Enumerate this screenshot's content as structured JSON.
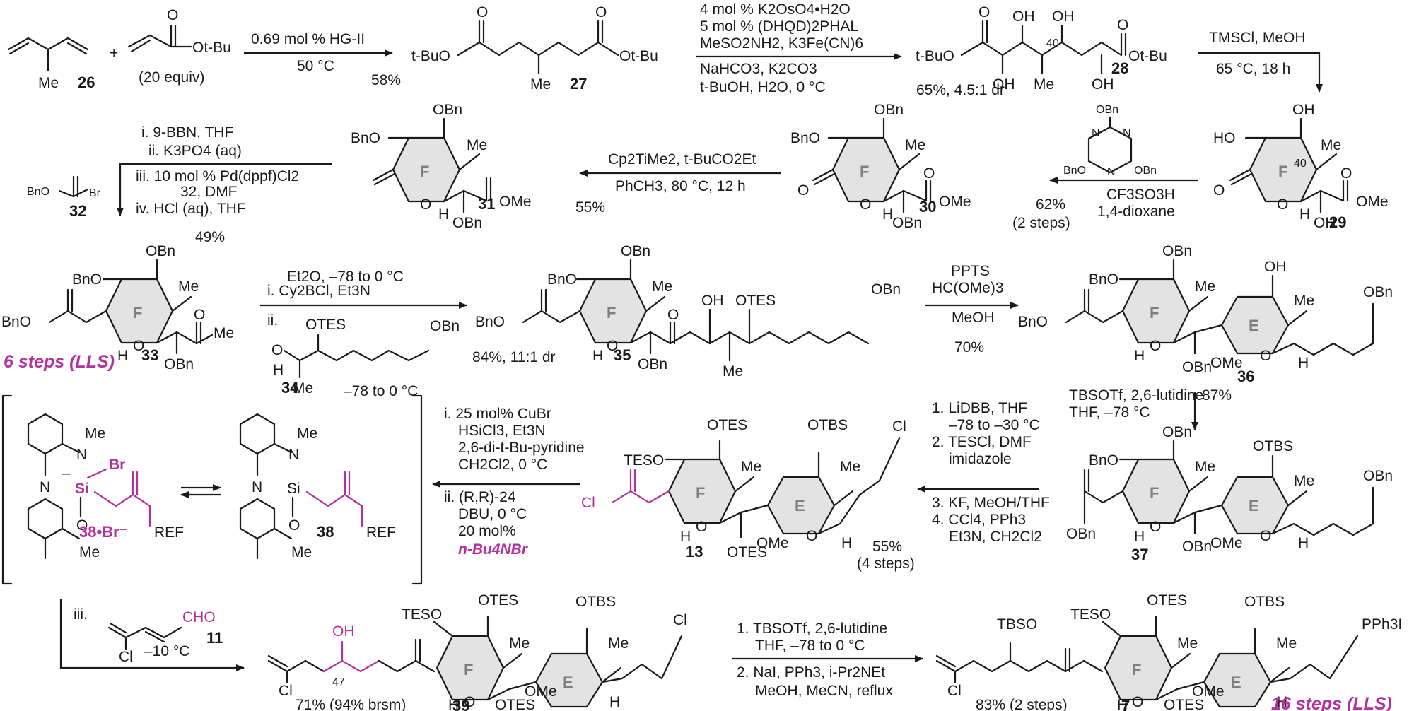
{
  "compounds": {
    "c26": {
      "number": "26",
      "label_me": "Me"
    },
    "acrylate": {
      "ester": "Ot-Bu",
      "equiv": "(20 equiv)",
      "carbonyl": "O"
    },
    "c27": {
      "number": "27",
      "left_ester": "t-BuO",
      "right_ester": "Ot-Bu",
      "label_me": "Me"
    },
    "c28": {
      "number": "28",
      "left_ester": "t-BuO",
      "right_ester": "Ot-Bu",
      "label_me": "Me",
      "oh": "OH",
      "c40": "40"
    },
    "c29": {
      "number": "29",
      "oh": "OH",
      "ho": "HO",
      "me": "Me",
      "ome": "OMe",
      "c40": "40",
      "ring": "F",
      "h": "H"
    },
    "triazine": {
      "obn": "OBn",
      "bno": "BnO",
      "n": "N"
    },
    "c30": {
      "number": "30",
      "obn": "OBn",
      "bno": "BnO",
      "me": "Me",
      "ome": "OMe",
      "ring": "F",
      "h": "H",
      "o": "O"
    },
    "c31": {
      "number": "31",
      "obn": "OBn",
      "bno": "BnO",
      "me": "Me",
      "ome": "OMe",
      "ring": "F",
      "h": "H",
      "o": "O"
    },
    "c32": {
      "number": "32",
      "bno": "BnO",
      "br": "Br"
    },
    "c33": {
      "number": "33",
      "obn": "OBn",
      "bno": "BnO",
      "me": "Me",
      "ring": "F",
      "h": "H",
      "o": "O"
    },
    "c34": {
      "number": "34",
      "otes": "OTES",
      "obn": "OBn",
      "me": "Me",
      "h": "H",
      "o": "O"
    },
    "c35": {
      "number": "35",
      "obn": "OBn",
      "bno": "BnO",
      "me": "Me",
      "oh": "OH",
      "otes": "OTES",
      "ring": "F",
      "h": "H",
      "o": "O"
    },
    "c36": {
      "number": "36",
      "obn": "OBn",
      "bno": "BnO",
      "me": "Me",
      "oh": "OH",
      "ome": "OMe",
      "ring_f": "F",
      "ring_e": "E",
      "h": "H",
      "o": "O"
    },
    "c37": {
      "number": "37",
      "obn": "OBn",
      "bno": "BnO",
      "me": "Me",
      "otbs": "OTBS",
      "ome": "OMe",
      "ring_f": "F",
      "ring_e": "E",
      "h": "H",
      "o": "O"
    },
    "c13": {
      "number": "13",
      "tesO": "TESO",
      "otes": "OTES",
      "otbs": "OTBS",
      "me": "Me",
      "cl": "Cl",
      "ome": "OMe",
      "ring_f": "F",
      "ring_e": "E",
      "h": "H",
      "o": "O"
    },
    "c38br": {
      "number": "38•Br⁻",
      "me": "Me",
      "n": "N",
      "si": "Si",
      "br": "Br",
      "o": "O",
      "ref": "REF",
      "minus": "–"
    },
    "c38": {
      "number": "38",
      "me": "Me",
      "n": "N",
      "si": "Si",
      "o": "O",
      "ref": "REF"
    },
    "c11": {
      "number": "11",
      "cl": "Cl",
      "cho": "CHO"
    },
    "c39": {
      "number": "39",
      "oh": "OH",
      "c47": "47",
      "tesO": "TESO",
      "otes": "OTES",
      "otbs": "OTBS",
      "me": "Me",
      "cl": "Cl",
      "ome": "OMe",
      "ring_f": "F",
      "ring_e": "E",
      "h": "H",
      "o": "O"
    },
    "c7": {
      "number": "7",
      "tbso": "TBSO",
      "tesO": "TESO",
      "otes": "OTES",
      "otbs": "OTBS",
      "me": "Me",
      "cl": "Cl",
      "pph3i": "PPh3I",
      "ome": "OMe",
      "ring_f": "F",
      "ring_e": "E",
      "h": "H",
      "o": "O"
    }
  },
  "steps": {
    "s1": {
      "above": "0.69 mol % HG-II",
      "below": "50 °C",
      "yield": "58%"
    },
    "s2": {
      "lines": [
        "4 mol % K2OsO4•H2O",
        "5 mol % (DHQD)2PHAL",
        "MeSO2NH2, K3Fe(CN)6",
        "NaHCO3, K2CO3",
        "t-BuOH, H2O, 0 °C"
      ],
      "yield": "65%, 4.5:1 dr"
    },
    "s3": {
      "above": "TMSCl, MeOH",
      "below": "65 °C, 18 h"
    },
    "s4": {
      "lines": [
        "CF3SO3H",
        "1,4-dioxane"
      ],
      "yield": "62%",
      "yield_note": "(2 steps)"
    },
    "s5": {
      "above": "Cp2TiMe2, t-BuCO2Et",
      "below": "PhCH3, 80 °C, 12 h",
      "yield": "55%"
    },
    "s6": {
      "lines": [
        "i. 9-BBN, THF",
        "ii. K3PO4 (aq)",
        "iii. 10 mol % Pd(dppf)Cl2",
        "32, DMF",
        "iv. HCl (aq), THF"
      ],
      "yield": "49%"
    },
    "s7": {
      "lines": [
        "i. Cy2BCl, Et3N",
        "Et2O, –78 to 0 °C",
        "ii.",
        "–78 to 0 °C"
      ],
      "yield": "84%, 11:1 dr"
    },
    "s8": {
      "lines": [
        "PPTS",
        "HC(OMe)3",
        "MeOH"
      ],
      "yield": "70%"
    },
    "s9": {
      "lines": [
        "TBSOTf, 2,6-lutidine",
        "THF, –78 °C"
      ],
      "yield": "87%"
    },
    "s10": {
      "lines": [
        "1. LiDBB, THF",
        "–78 to –30 °C",
        "2. TESCl, DMF",
        "imidazole",
        "3. KF, MeOH/THF",
        "4. CCl4, PPh3",
        "Et3N, CH2Cl2"
      ],
      "yield": "55%",
      "yield_note": "(4 steps)"
    },
    "s11": {
      "lines": [
        "i. 25 mol% CuBr",
        "HSiCl3, Et3N",
        "2,6-di-t-Bu-pyridine",
        "CH2Cl2, 0 °C",
        "ii. (R,R)-24",
        "DBU, 0 °C",
        "20 mol%",
        "n-Bu4NBr"
      ]
    },
    "s12": {
      "step_label": "iii.",
      "conditions": "–10 °C",
      "yield": "71% (94% brsm)"
    },
    "s13": {
      "lines": [
        "1. TBSOTf, 2,6-lutidine",
        "THF, –78 to 0 °C",
        "2. NaI, PPh3, i-Pr2NEt",
        "MeOH, MeCN, reflux"
      ],
      "yield": "83% (2 steps)"
    }
  },
  "llss": {
    "first": "6 steps (LLS)",
    "second": "16 steps (LLS)"
  },
  "plus": "+",
  "colors": {
    "accent": "#b4309e",
    "ring_label": "#7f7f7f",
    "ink": "#1a1a1a"
  }
}
